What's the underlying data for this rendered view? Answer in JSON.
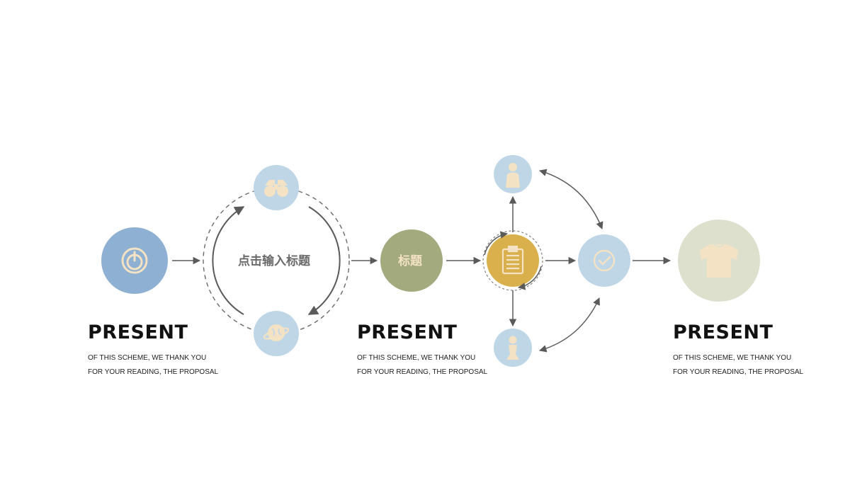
{
  "colors": {
    "node_power": "#8EB0D2",
    "node_light_blue": "#BFD6E6",
    "node_green": "#A3AA7E",
    "node_gold": "#D9B04C",
    "node_beige": "#DEE0CE",
    "icon_cream": "#F3E2C4",
    "arrow": "#5A5A5A"
  },
  "icons": {
    "power": "power-icon",
    "binoculars": "binoculars-icon",
    "globe": "globe-icon",
    "clipboard": "clipboard-icon",
    "person_top": "person-icon",
    "person_bottom": "chess-piece-icon",
    "check": "check-icon",
    "shirt": "shirt-icon"
  },
  "loop": {
    "label": "点击输入标题"
  },
  "node_green": {
    "label": "标题"
  },
  "sections": [
    {
      "title": "PRESENT",
      "line1": "OF THIS SCHEME, WE THANK YOU",
      "line2": "FOR YOUR READING, THE PROPOSAL"
    },
    {
      "title": "PRESENT",
      "line1": "OF THIS SCHEME, WE THANK YOU",
      "line2": "FOR YOUR READING, THE PROPOSAL"
    },
    {
      "title": "PRESENT",
      "line1": "OF THIS SCHEME, WE THANK YOU",
      "line2": "FOR YOUR READING, THE PROPOSAL"
    }
  ]
}
